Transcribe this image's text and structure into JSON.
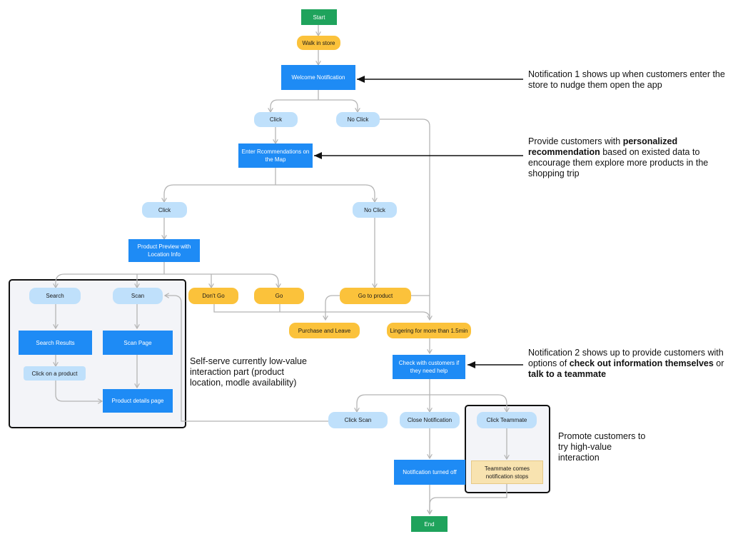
{
  "nodes": {
    "start": "Start",
    "walk_in_store": "Walk in store",
    "welcome_notification": "Welcome Notification",
    "click_1": "Click",
    "no_click_1": "No Click",
    "enter_recommendations": "Enter Rcommendations on the Map",
    "click_2": "Click",
    "no_click_2": "No Click",
    "product_preview": "Product Preview with Location Info",
    "search": "Search",
    "scan": "Scan",
    "dont_go": "Don't Go",
    "go": "Go",
    "go_to_product": "Go to product",
    "purchase_and_leave": "Purchase and Leave",
    "lingering": "Lingering for more than 1.5min",
    "search_results": "Search Results",
    "scan_page": "Scan Page",
    "click_on_product": "Click on a product",
    "product_details": "Product details page",
    "check_with_customers": "Check with customers if they need help",
    "click_scan": "Click Scan",
    "close_notification": "Close Notification",
    "click_teammate": "Click Teammate",
    "teammate_comes": "Teammate comes notification stops",
    "notification_turned_off": "Notification turned off",
    "end": "End"
  },
  "notes": {
    "note1": {
      "t1": "Notification 1 shows up when customers enter the store to nudge them open the app"
    },
    "note2": {
      "t1": "Provide customers with ",
      "b1": "personalized recommendation",
      "t2": " based on existed data to encourage them explore more products in the shopping trip"
    },
    "note3": {
      "t1": "Notification 2 shows up to provide customers with options of ",
      "b1": "check out information themselves",
      "t2": " or ",
      "b2": "talk to a teammate"
    },
    "note4": {
      "t1": "Self-serve currently low-value interaction part (product location, modle availability)"
    },
    "note5": {
      "t1": "Promote customers to try high-value interaction"
    }
  },
  "colors": {
    "start_end": "#1fa35c",
    "orange": "#fbc23b",
    "blue": "#1e8bf5",
    "light_blue": "#bfe0fb",
    "cream": "#f8e3b0",
    "connector": "#b5b5b5",
    "arrow": "#111111"
  }
}
